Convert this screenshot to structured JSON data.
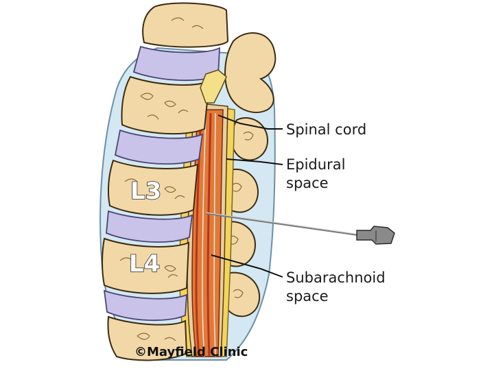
{
  "labels": {
    "spinal_cord": "Spinal cord",
    "epidural_line1": "Epidural",
    "epidural_line2": "space",
    "subarachnoid_line1": "Subarachnoid",
    "subarachnoid_line2": "space",
    "l3": "L3",
    "l4": "L4",
    "credit": "©Mayfield Clinic"
  },
  "colors": {
    "bone": "#f2d8a6",
    "bone_dark": "#d9b374",
    "disc": "#c9c3ea",
    "csf_blue": "#cfe6f1",
    "epidural_yellow": "#f3d45c",
    "cord_red": "#c0401e",
    "cord_orange": "#e07a3a",
    "needle": "#8a8a8a"
  }
}
